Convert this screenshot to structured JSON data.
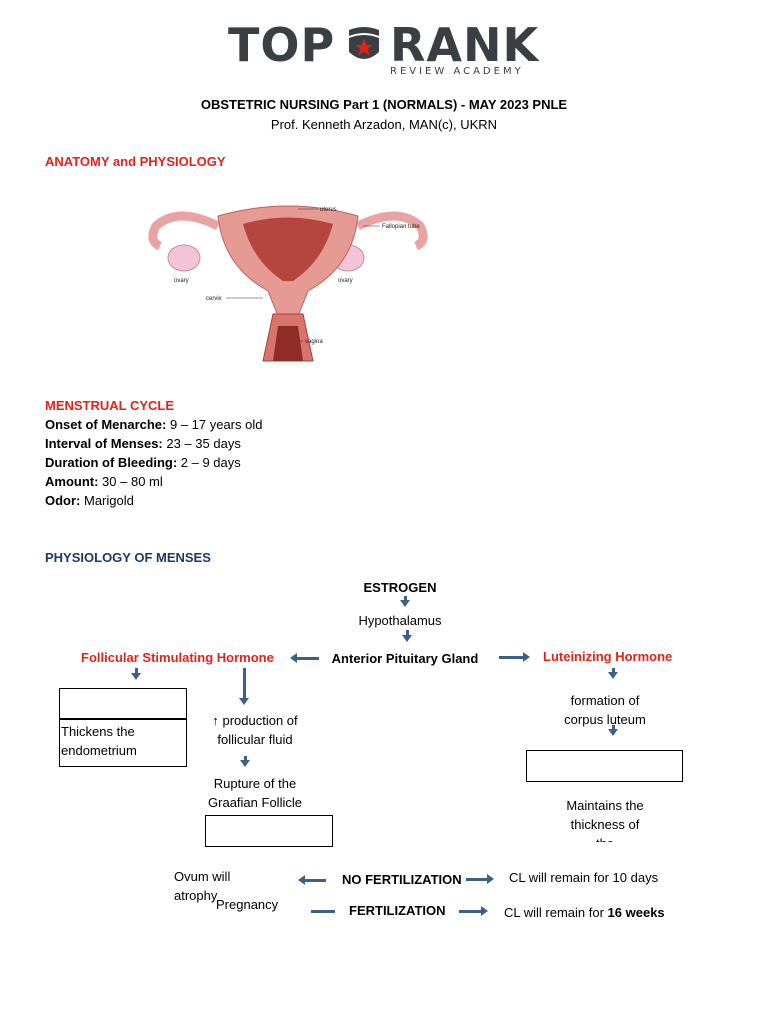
{
  "logo": {
    "word_left": "TOP",
    "word_right": "RANK",
    "subtitle": "REVIEW ACADEMY",
    "accent": "#e2231a",
    "dark": "#3a3f44",
    "emblem": "star-shield-icon"
  },
  "header": {
    "title": "OBSTETRIC NURSING Part 1 (NORMALS) - MAY 2023 PNLE",
    "author": "Prof. Kenneth Arzadon, MAN(c), UKRN"
  },
  "anatomy": {
    "heading": "ANATOMY and PHYSIOLOGY",
    "labels": {
      "uterus": "uterus",
      "fallopian_tube": "Fallopian tube",
      "ovary_left": "ovary",
      "ovary_right": "ovary",
      "cervix": "cervix",
      "vagina": "vagina"
    }
  },
  "menstrual_cycle": {
    "heading": "MENSTRUAL CYCLE",
    "items": [
      {
        "label": "Onset of Menarche:",
        "value": " 9 – 17 years old"
      },
      {
        "label": "Interval of Menses:",
        "value": " 23 – 35 days"
      },
      {
        "label": "Duration of Bleeding:",
        "value": " 2 – 9 days"
      },
      {
        "label": "Amount:",
        "value": " 30 – 80 ml"
      },
      {
        "label": "Odor:",
        "value": " Marigold"
      }
    ]
  },
  "physiology": {
    "heading": "PHYSIOLOGY OF MENSES",
    "estrogen": "ESTROGEN",
    "hypothalamus": "Hypothalamus",
    "anterior_pituitary": "Anterior Pituitary Gland",
    "fsh": "Follicular Stimulating Hormone",
    "lh": "Luteinizing Hormone",
    "thickens_line1": "Thickens the",
    "thickens_line2": "endometrium",
    "production_line1": "↑ production of",
    "production_line2": "follicular fluid",
    "rupture_line1": "Rupture of the",
    "rupture_line2": "Graafian Follicle",
    "formation_line1": "formation of",
    "formation_line2": "corpus luteum",
    "maintains_line1": "Maintains the",
    "maintains_line2": "thickness of",
    "maintains_line3": "the",
    "ovum_line1": "Ovum will",
    "ovum_line2": "atrophy",
    "no_fertilization": "NO FERTILIZATION",
    "cl_10": "CL will remain for 10 days",
    "pregnancy": "Pregnancy",
    "fertilization": "FERTILIZATION",
    "cl_16_prefix": "CL will remain for ",
    "cl_16_bold": "16 weeks"
  }
}
